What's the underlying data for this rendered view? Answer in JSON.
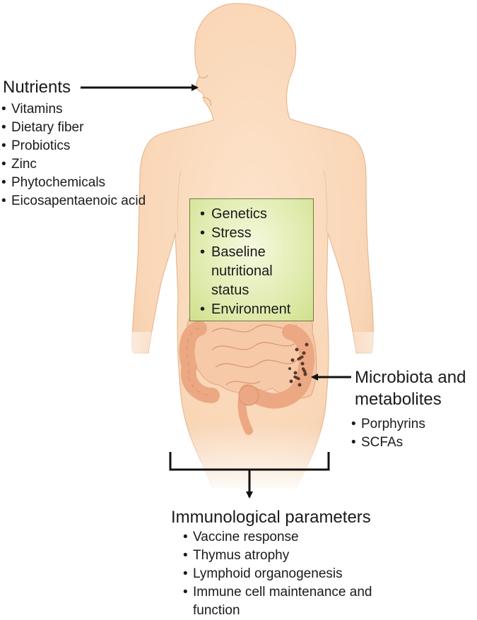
{
  "nutrients": {
    "title": "Nutrients",
    "items": [
      "Vitamins",
      "Dietary fiber",
      "Probiotics",
      "Zinc",
      "Phytochemicals",
      "Eicosapentaenoic acid"
    ]
  },
  "host_factors": {
    "items": [
      "Genetics",
      "Stress",
      "Baseline nutritional status",
      "Environment"
    ]
  },
  "microbiota": {
    "title": "Microbiota and metabolites",
    "items": [
      "Porphyrins",
      "SCFAs"
    ]
  },
  "immunological": {
    "title": "Immunological parameters",
    "items": [
      "Vaccine response",
      "Thymus atrophy",
      "Lymphoid organogenesis",
      "Immune cell maintenance and function"
    ]
  },
  "colors": {
    "skin": "#fbdcc0",
    "intestine": "#f0b58e",
    "box_fill": "#dde9a8",
    "box_border": "#6d7f3a",
    "arrow": "#111111"
  },
  "icons": [
    "human-body-illustration",
    "intestine-illustration",
    "bacteria-icon",
    "arrow-icon",
    "bracket-icon"
  ]
}
